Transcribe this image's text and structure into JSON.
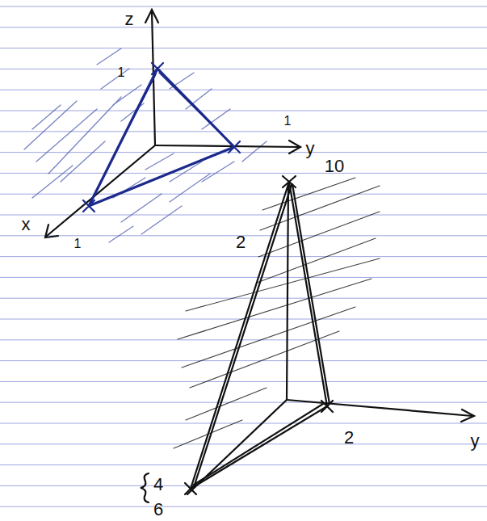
{
  "diagram": {
    "labels": [
      "z",
      "1",
      "1",
      "y",
      "x",
      "1",
      "10",
      "2",
      "2",
      "y",
      "4",
      "6"
    ]
  }
}
